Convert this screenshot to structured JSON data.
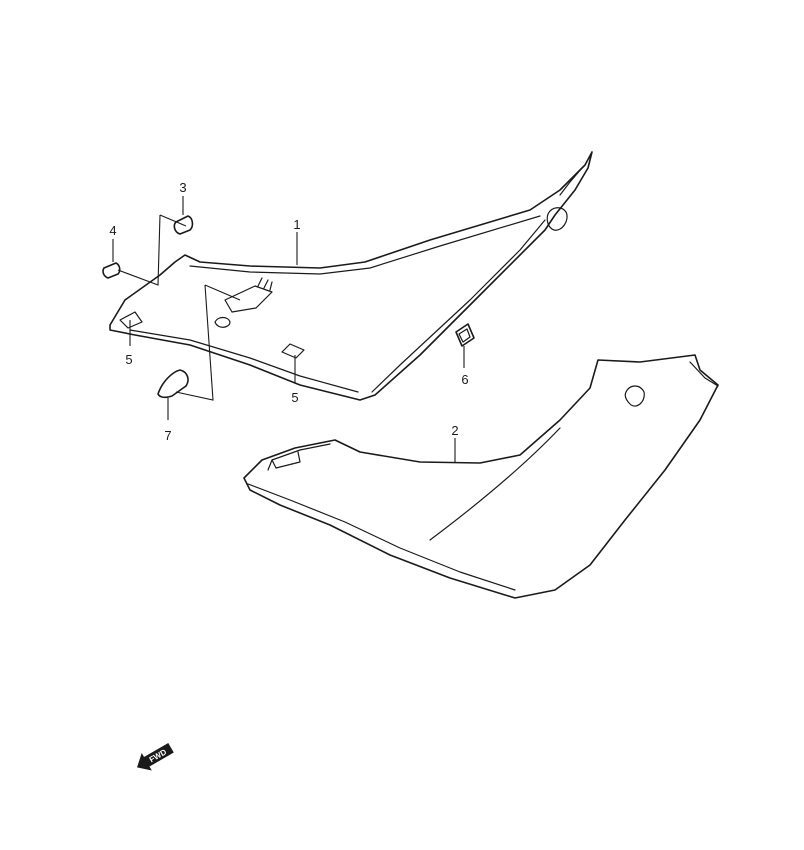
{
  "diagram": {
    "callouts": [
      {
        "id": "c1",
        "label": "1"
      },
      {
        "id": "c2",
        "label": "2"
      },
      {
        "id": "c3",
        "label": "3"
      },
      {
        "id": "c4",
        "label": "4"
      },
      {
        "id": "c5a",
        "label": "5"
      },
      {
        "id": "c5b",
        "label": "5"
      },
      {
        "id": "c6",
        "label": "6"
      },
      {
        "id": "c7",
        "label": "7"
      }
    ],
    "fwd_badge": {
      "label": "FWD"
    }
  }
}
